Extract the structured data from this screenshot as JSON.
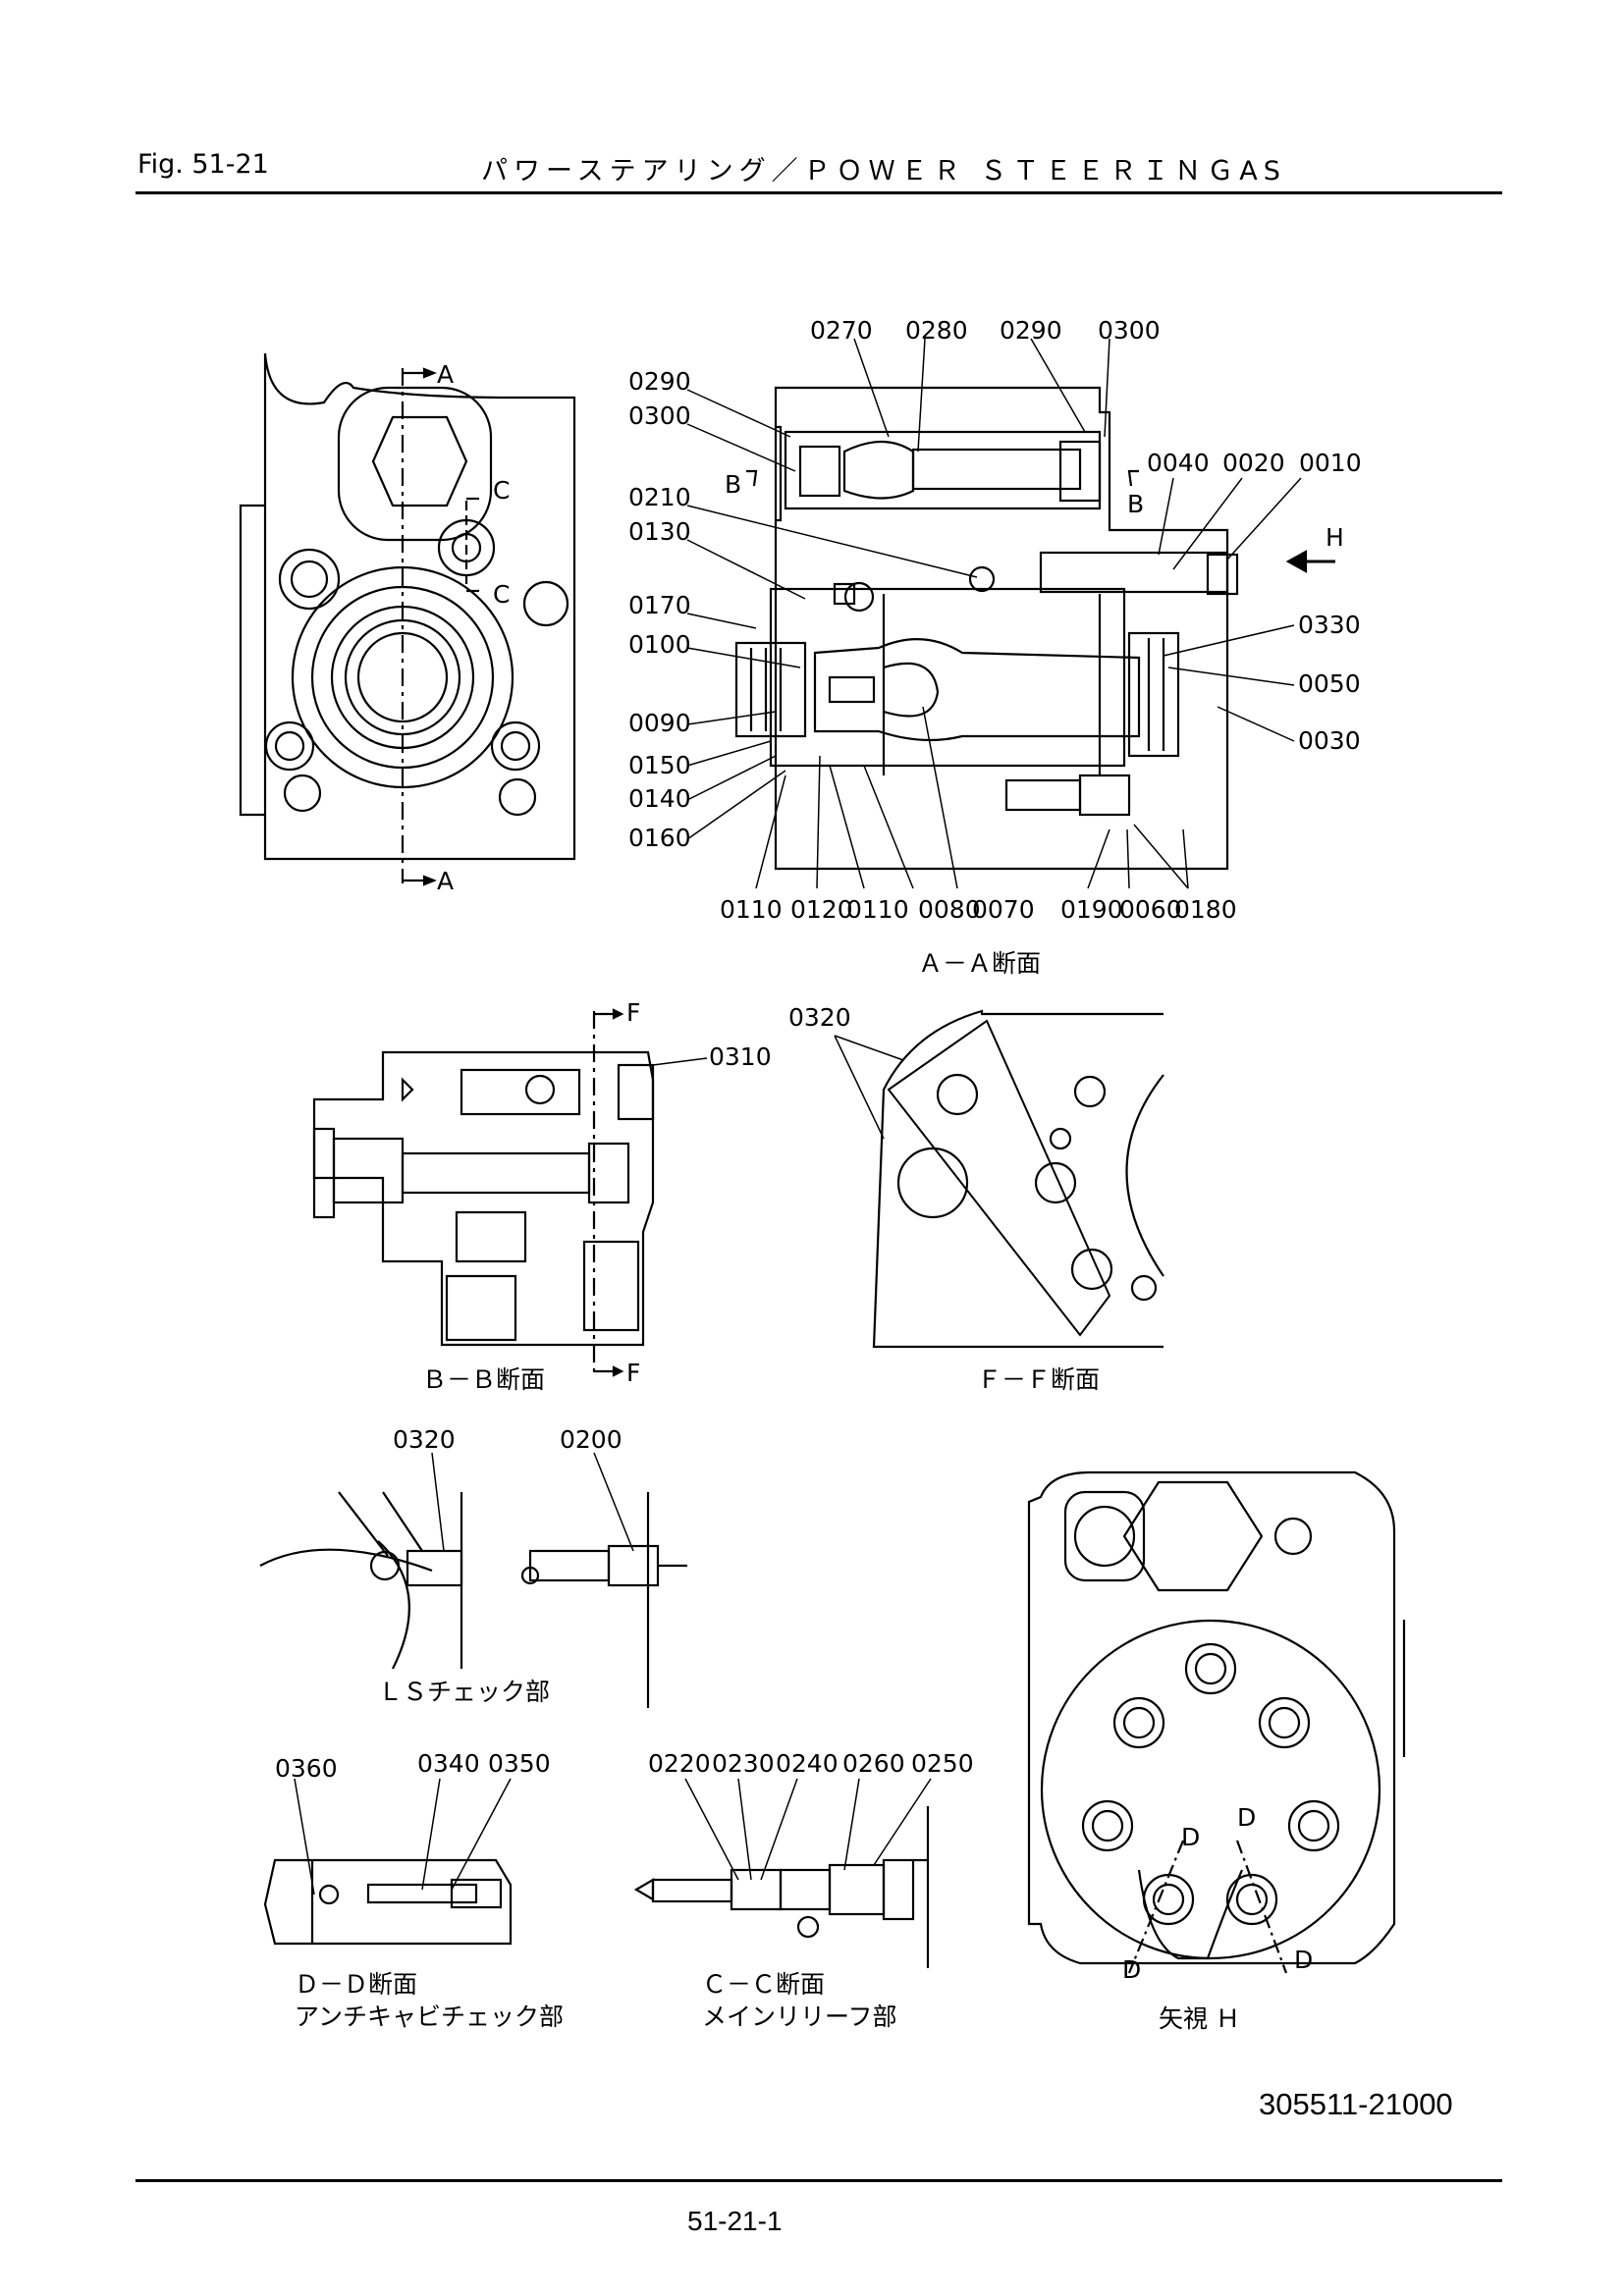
{
  "header": {
    "fig_label": "Fig.  51-21",
    "title": "パワーステアリング／ＰＯＷＥＲ ＳＴＥＥＲＩＮＧAS"
  },
  "footer": {
    "page_number": "51-21-1",
    "document_code": "305511-21000"
  },
  "section_labels": {
    "aa": "Ａ－Ａ断面",
    "bb": "Ｂ－Ｂ断面",
    "ff": "Ｆ－Ｆ断面",
    "ls": "ＬＳチェック部",
    "dd": "Ｄ－Ｄ断面",
    "dd_sub": "アンチキャビチェック部",
    "cc": "Ｃ－Ｃ断面",
    "cc_sub": "メインリリーフ部",
    "h": "矢視 Ｈ"
  },
  "cut_markers": {
    "a": "A",
    "b": "B",
    "c": "C",
    "d": "D",
    "f": "F",
    "h": "H"
  },
  "part_numbers": {
    "p0270": "0270",
    "p0280": "0280",
    "p0290": "0290",
    "p0300": "0300",
    "p0040": "0040",
    "p0020": "0020",
    "p0010": "0010",
    "p0210": "0210",
    "p0130": "0130",
    "p0170": "0170",
    "p0100": "0100",
    "p0090": "0090",
    "p0150": "0150",
    "p0140": "0140",
    "p0160": "0160",
    "p0330": "0330",
    "p0050": "0050",
    "p0030": "0030",
    "p0110": "0110",
    "p0120": "0120",
    "p0080": "0080",
    "p0070": "0070",
    "p0190": "0190",
    "p0060": "0060",
    "p0180": "0180",
    "p0310": "0310",
    "p0320": "0320",
    "p0200": "0200",
    "p0360": "0360",
    "p0340": "0340",
    "p0350": "0350",
    "p0220": "0220",
    "p0230": "0230",
    "p0240": "0240",
    "p0260": "0260",
    "p0250": "0250"
  }
}
